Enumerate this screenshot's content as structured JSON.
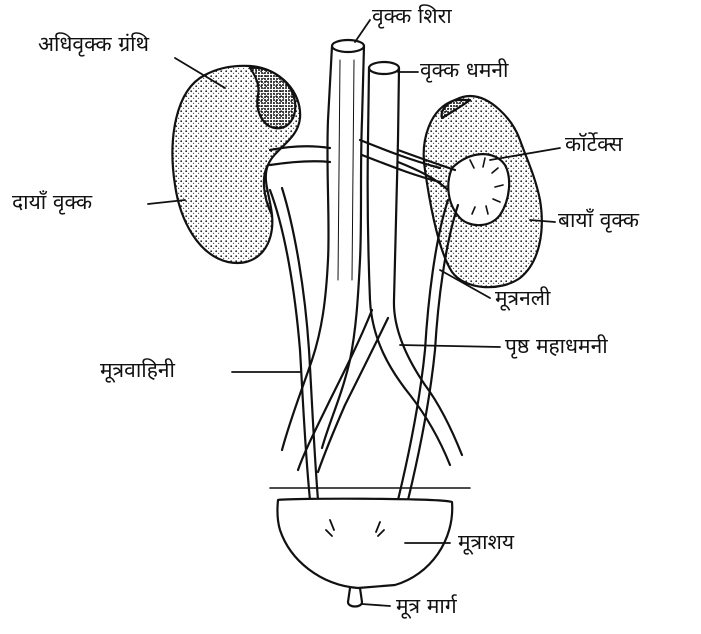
{
  "labels": {
    "adrenal_gland": "अधिवृक्क ग्रंथि",
    "renal_vein": "वृक्क शिरा",
    "renal_artery": "वृक्क धमनी",
    "cortex": "कॉर्टेक्स",
    "right_kidney": "दायाँ वृक्क",
    "left_kidney": "बायाँ वृक्क",
    "urethra_tube": "मूत्रनली",
    "dorsal_aorta": "पृष्ठ महाधमनी",
    "ureter": "मूत्रवाहिनी",
    "urinary_bladder": "मूत्राशय",
    "urinary_passage": "मूत्र मार्ग"
  },
  "colors": {
    "ink": "#111111",
    "paper": "#ffffff",
    "stipple": "#222222"
  }
}
